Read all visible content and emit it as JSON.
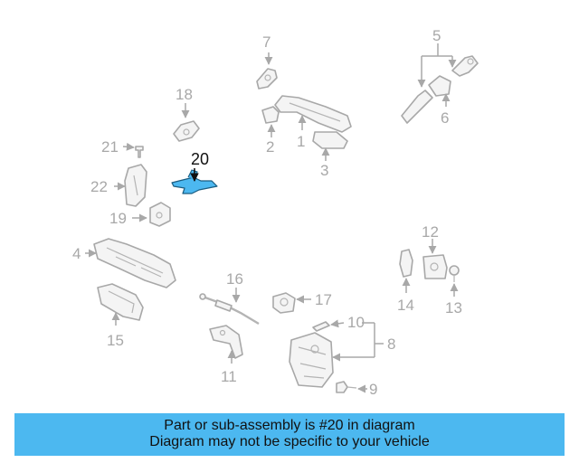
{
  "callouts": {
    "c1": "1",
    "c2": "2",
    "c3": "3",
    "c4": "4",
    "c5": "5",
    "c6": "6",
    "c7": "7",
    "c8": "8",
    "c9": "9",
    "c10": "10",
    "c11": "11",
    "c12": "12",
    "c13": "13",
    "c14": "14",
    "c15": "15",
    "c16": "16",
    "c17": "17",
    "c18": "18",
    "c19": "19",
    "c20": "20",
    "c21": "21",
    "c22": "22"
  },
  "highlight_part": "20",
  "colors": {
    "highlight": "#4cb8f0",
    "banner": "#4cb8f0",
    "line": "#a8a8a8"
  },
  "banner": {
    "line1": "Part or sub-assembly is #20 in diagram",
    "line2": "Diagram may not be specific to your vehicle"
  }
}
